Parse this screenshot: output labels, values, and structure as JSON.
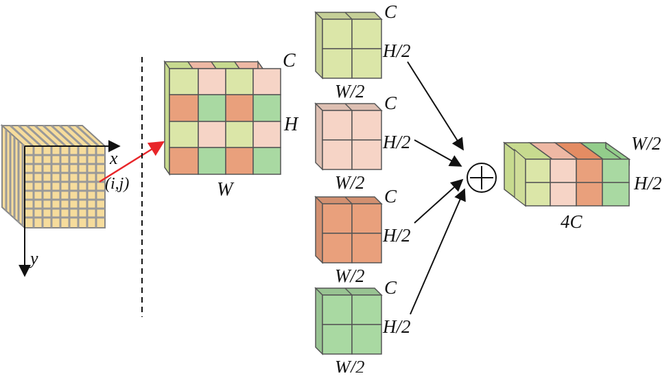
{
  "input": {
    "axis_x": "x",
    "axis_y": "y",
    "point": "(i,j)"
  },
  "feature": {
    "label_c": "C",
    "label_h": "H",
    "label_w": "W"
  },
  "sub_maps": [
    {
      "label_c": "C",
      "label_h": "H/2",
      "label_w": "W/2",
      "color": "#dbe6a8"
    },
    {
      "label_c": "C",
      "label_h": "H/2",
      "label_w": "W/2",
      "color": "#f6d4c6"
    },
    {
      "label_c": "C",
      "label_h": "H/2",
      "label_w": "W/2",
      "color": "#e9a07c"
    },
    {
      "label_c": "C",
      "label_h": "H/2",
      "label_w": "W/2",
      "color": "#a9d9a2"
    }
  ],
  "sum_symbol": "⊕",
  "output": {
    "label_w": "W/2",
    "label_h": "H/2",
    "label_c": "4C"
  },
  "colors": {
    "green_light": "#dbe6a8",
    "pink": "#f6d4c6",
    "orange": "#e9a07c",
    "green": "#a9d9a2",
    "arrow_red": "#e8262a",
    "cube_input": "#f6dc9c"
  }
}
